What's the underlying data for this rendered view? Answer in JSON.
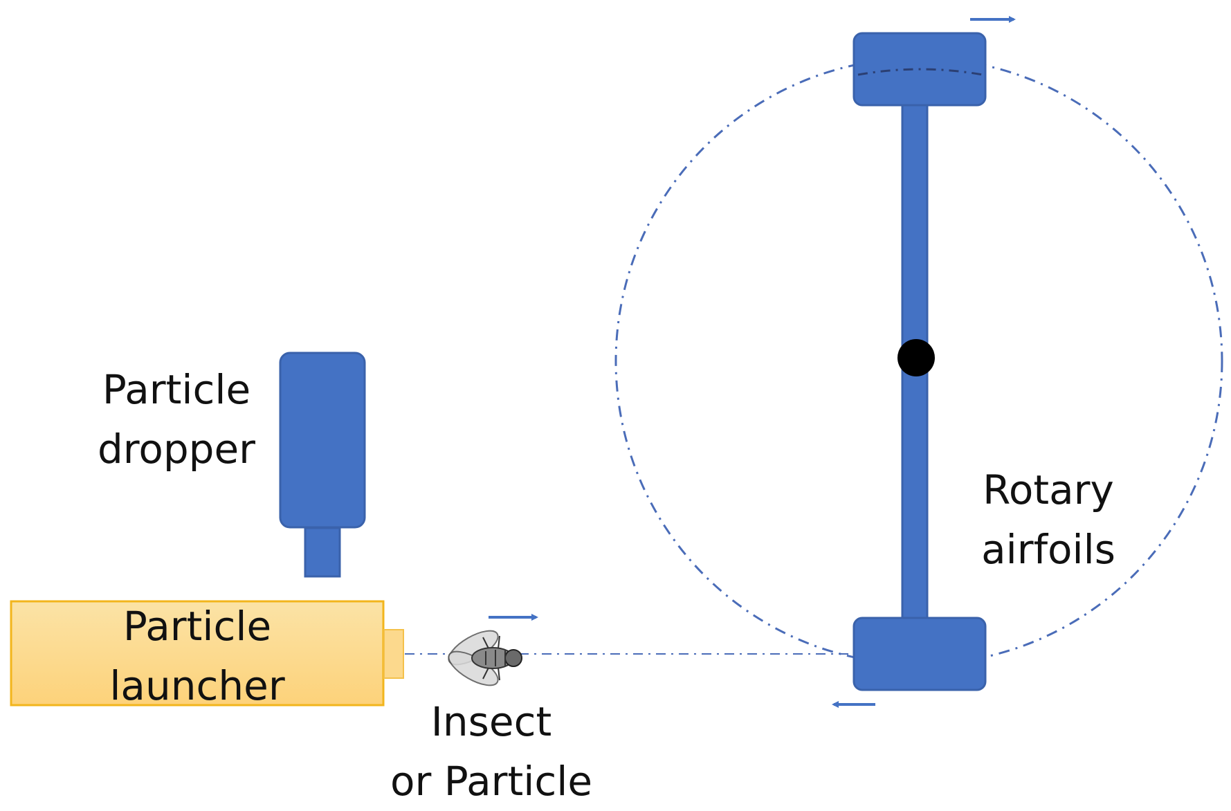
{
  "labels": {
    "particle_dropper": [
      "Particle",
      "dropper"
    ],
    "particle_launcher": [
      "Particle",
      "launcher"
    ],
    "insect_or_particle": [
      "Insect",
      "or Particle"
    ],
    "rotary_airfoils": [
      "Rotary",
      "airfoils"
    ]
  },
  "colors": {
    "component_blue": "#4472c4",
    "component_blue_border": "#3a62ab",
    "launcher_fill_top": "#fbe3a6",
    "launcher_fill_bottom": "#fdd27a",
    "launcher_border": "#f2b51c",
    "path_dash": "#4a6cb8",
    "hub": "#000000"
  },
  "icons": {
    "insect": "fly-icon",
    "motion_arrows": "arrow-right-icon / arrow-left-icon"
  }
}
